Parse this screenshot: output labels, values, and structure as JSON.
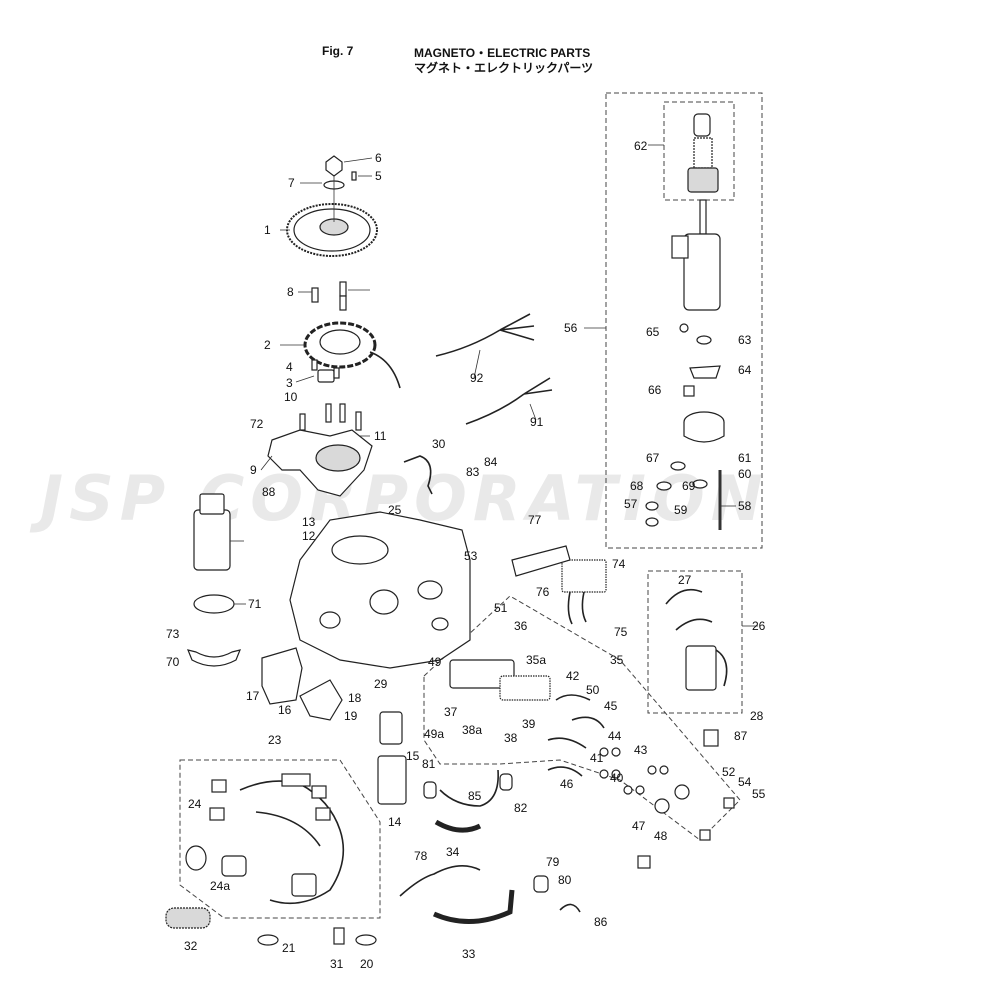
{
  "header": {
    "fig_label": "Fig. 7",
    "title_en": "MAGNETO・ELECTRIC PARTS",
    "title_jp": "マグネト・エレクトリックパーツ"
  },
  "watermark": "JSP CORPORATION",
  "part_numbers": [
    "1",
    "2",
    "3",
    "4",
    "5",
    "6",
    "7",
    "8",
    "9",
    "10",
    "11",
    "12",
    "13",
    "14",
    "15",
    "16",
    "17",
    "18",
    "19",
    "20",
    "21",
    "23",
    "24",
    "24a",
    "25",
    "26",
    "27",
    "28",
    "29",
    "30",
    "31",
    "32",
    "33",
    "34",
    "35",
    "35a",
    "36",
    "37",
    "38",
    "38a",
    "39",
    "40",
    "41",
    "42",
    "43",
    "44",
    "45",
    "46",
    "47",
    "48",
    "49",
    "49a",
    "50",
    "51",
    "52",
    "53",
    "54",
    "55",
    "56",
    "57",
    "58",
    "59",
    "60",
    "61",
    "62",
    "63",
    "64",
    "65",
    "66",
    "67",
    "68",
    "69",
    "70",
    "71",
    "72",
    "73",
    "74",
    "75",
    "76",
    "77",
    "78",
    "79",
    "80",
    "81",
    "82",
    "83",
    "84",
    "85",
    "86",
    "87",
    "88",
    "91",
    "92"
  ]
}
